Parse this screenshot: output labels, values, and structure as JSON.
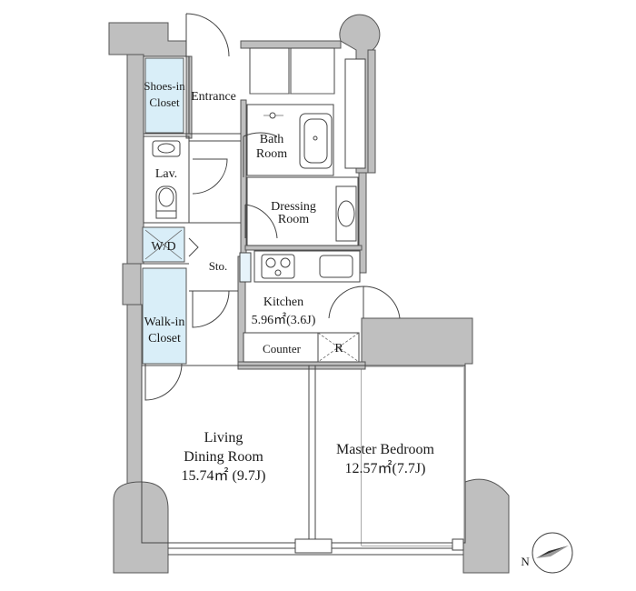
{
  "rooms": {
    "shoes_closet": [
      "Shoes-in",
      "Closet"
    ],
    "entrance": "Entrance",
    "bath": [
      "Bath",
      "Room"
    ],
    "lav": "Lav.",
    "dressing": [
      "Dressing",
      "Room"
    ],
    "wd": "W/D",
    "storage": "Sto.",
    "kitchen": {
      "name": "Kitchen",
      "area": "5.96㎡(3.6J)"
    },
    "walkin": [
      "Walk-in",
      "Closet"
    ],
    "counter": "Counter",
    "fridge": "R",
    "living": {
      "name": [
        "Living",
        "Dining Room"
      ],
      "area": "15.74㎡ (9.7J)"
    },
    "master": {
      "name": "Master Bedroom",
      "area": "12.57㎡(7.7J)"
    }
  },
  "compass": {
    "label": "N"
  },
  "colors": {
    "wall": "#bfbfbf",
    "closet": "#d9eef8",
    "line": "#444444"
  }
}
